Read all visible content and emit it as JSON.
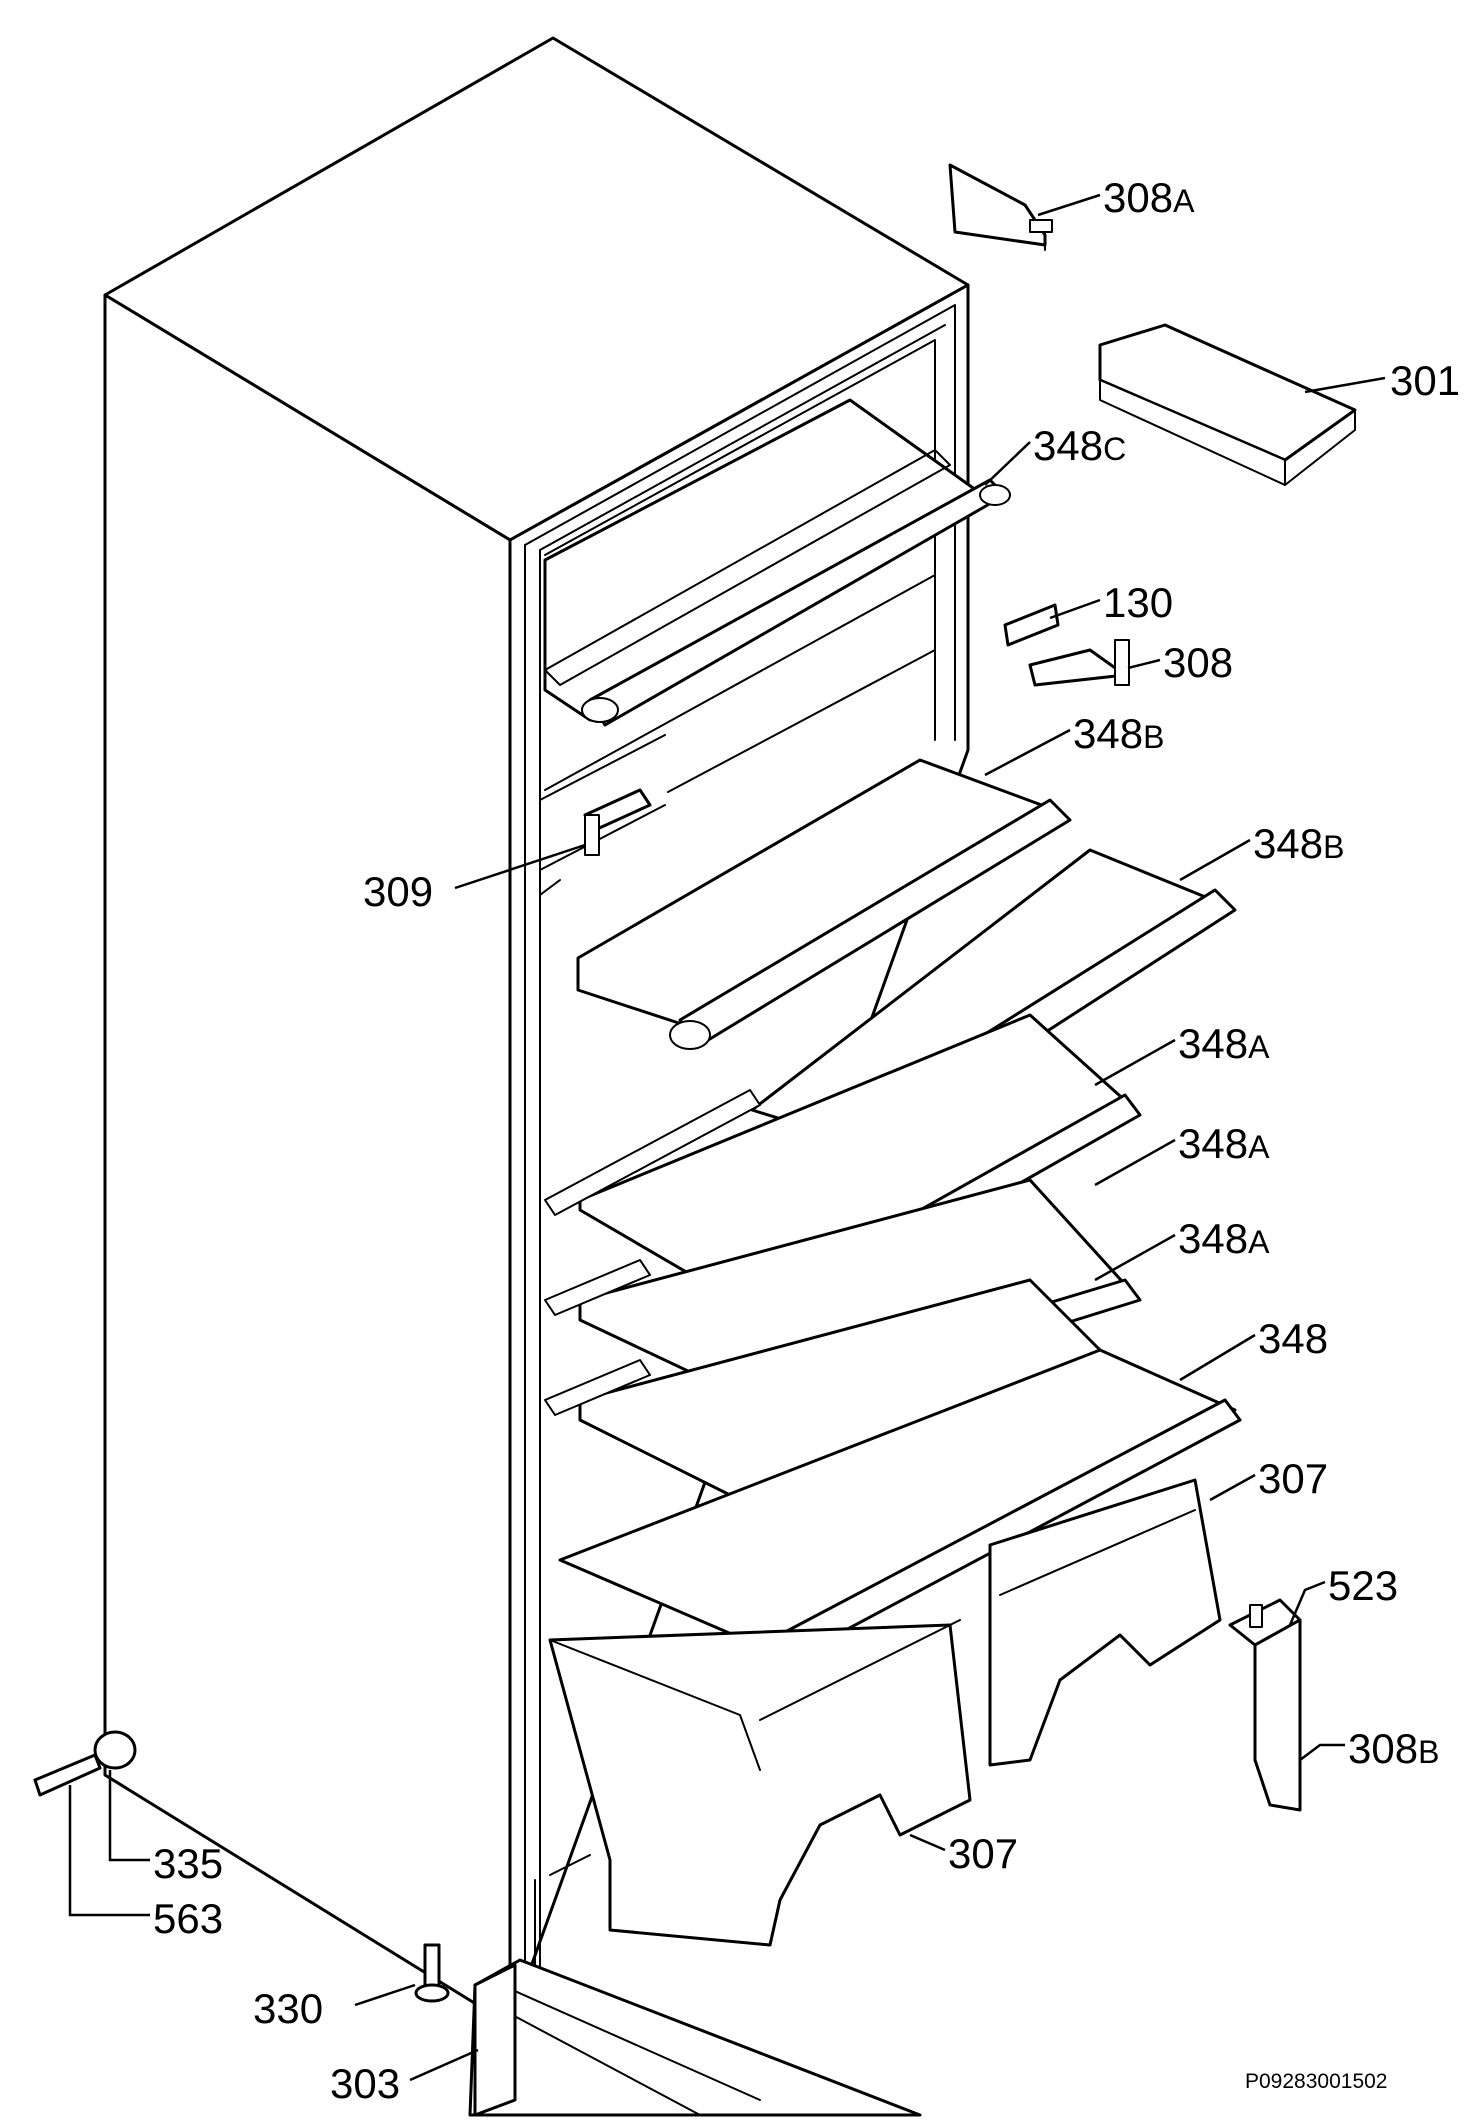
{
  "diagram_code": "P09283001502",
  "callouts": [
    {
      "id": "308A",
      "num": "308",
      "suffix": "A"
    },
    {
      "id": "301",
      "num": "301",
      "suffix": ""
    },
    {
      "id": "348C",
      "num": "348",
      "suffix": "C"
    },
    {
      "id": "130",
      "num": "130",
      "suffix": ""
    },
    {
      "id": "308",
      "num": "308",
      "suffix": ""
    },
    {
      "id": "348B-1",
      "num": "348",
      "suffix": "B"
    },
    {
      "id": "348B-2",
      "num": "348",
      "suffix": "B"
    },
    {
      "id": "309",
      "num": "309",
      "suffix": ""
    },
    {
      "id": "348A-1",
      "num": "348",
      "suffix": "A"
    },
    {
      "id": "348A-2",
      "num": "348",
      "suffix": "A"
    },
    {
      "id": "348A-3",
      "num": "348",
      "suffix": "A"
    },
    {
      "id": "348",
      "num": "348",
      "suffix": ""
    },
    {
      "id": "307-1",
      "num": "307",
      "suffix": ""
    },
    {
      "id": "523",
      "num": "523",
      "suffix": ""
    },
    {
      "id": "308B",
      "num": "308",
      "suffix": "B"
    },
    {
      "id": "335",
      "num": "335",
      "suffix": ""
    },
    {
      "id": "563",
      "num": "563",
      "suffix": ""
    },
    {
      "id": "307-2",
      "num": "307",
      "suffix": ""
    },
    {
      "id": "330",
      "num": "330",
      "suffix": ""
    },
    {
      "id": "303",
      "num": "303",
      "suffix": ""
    }
  ]
}
